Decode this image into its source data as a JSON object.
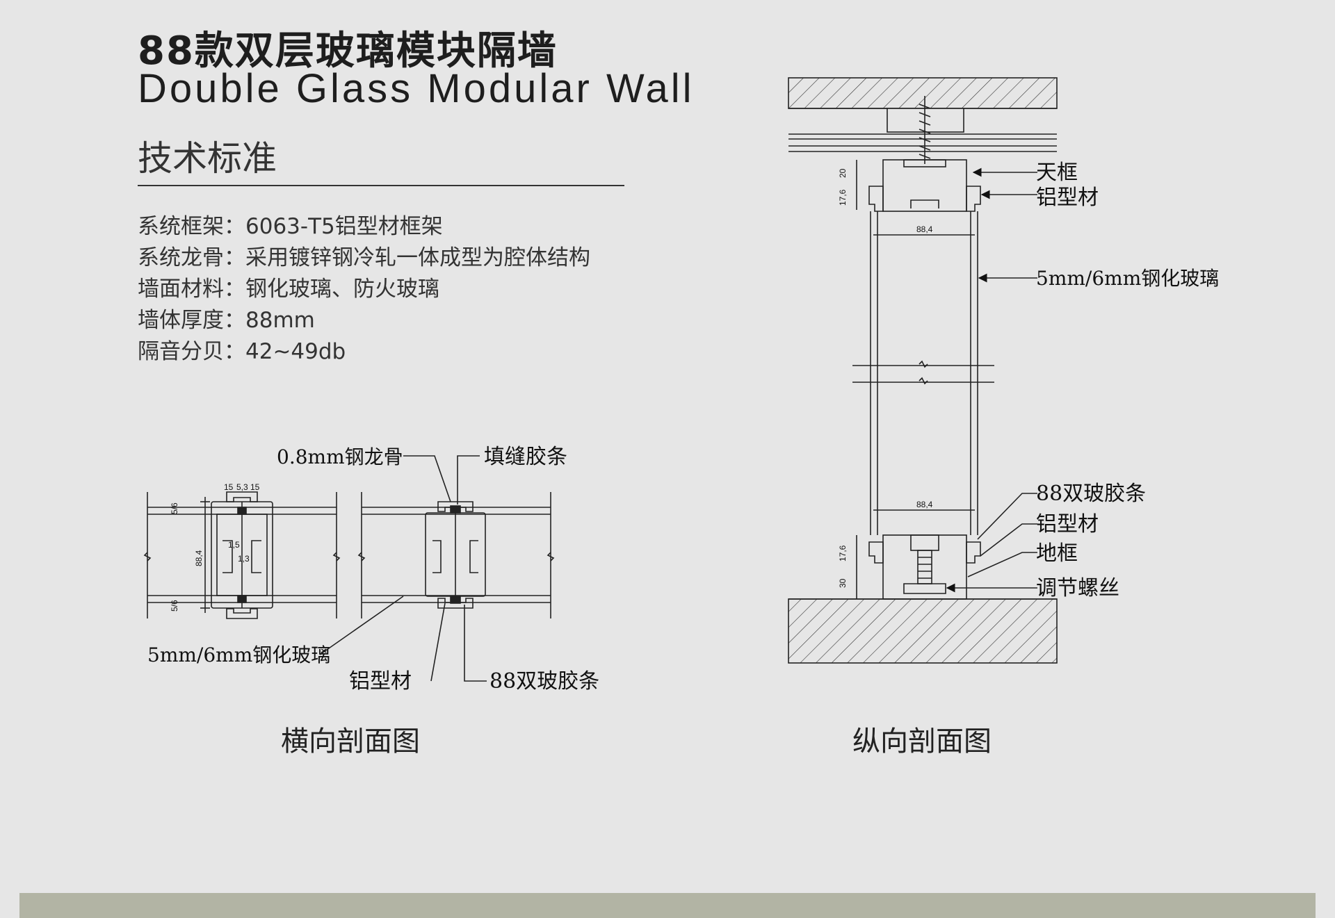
{
  "header": {
    "title_cn": "88款双层玻璃模块隔墙",
    "title_en": "Double Glass Modular Wall"
  },
  "section": {
    "title": "技术标准"
  },
  "specs": [
    {
      "label": "系统框架：",
      "value": "6063-T5铝型材框架"
    },
    {
      "label": "系统龙骨：",
      "value": "采用镀锌钢冷轧一体成型为腔体结构"
    },
    {
      "label": "墙面材料：",
      "value": "钢化玻璃、防火玻璃"
    },
    {
      "label": "墙体厚度：",
      "value": "88mm"
    },
    {
      "label": "隔音分贝：",
      "value": "42~49db"
    }
  ],
  "horizontal_section": {
    "caption": "横向剖面图",
    "labels": {
      "steel_keel": "0.8mm钢龙骨",
      "filler_strip": "填缝胶条",
      "glass": "5mm/6mm钢化玻璃",
      "aluminum": "铝型材",
      "double_glass_strip": "88双玻胶条"
    },
    "dims": {
      "top_a": "15",
      "top_b": "5,3",
      "top_c": "15",
      "side_top": "5/6",
      "side_bottom": "5/6",
      "width": "88,4",
      "inner_a": "1,5",
      "inner_b": "1,3"
    }
  },
  "vertical_section": {
    "caption": "纵向剖面图",
    "labels": {
      "top_frame": "天框",
      "aluminum_top": "铝型材",
      "glass": "5mm/6mm钢化玻璃",
      "double_glass_strip": "88双玻胶条",
      "aluminum_bottom": "铝型材",
      "floor_frame": "地框",
      "adjust_screw": "调节螺丝"
    },
    "dims": {
      "top_h1": "20",
      "top_h2": "17,6",
      "width_top": "88,4",
      "width_bottom": "88,4",
      "bottom_h1": "17,6",
      "bottom_h2": "30"
    }
  },
  "colors": {
    "background": "#e6e6e6",
    "footer": "#b2b4a4",
    "line": "#222222"
  }
}
